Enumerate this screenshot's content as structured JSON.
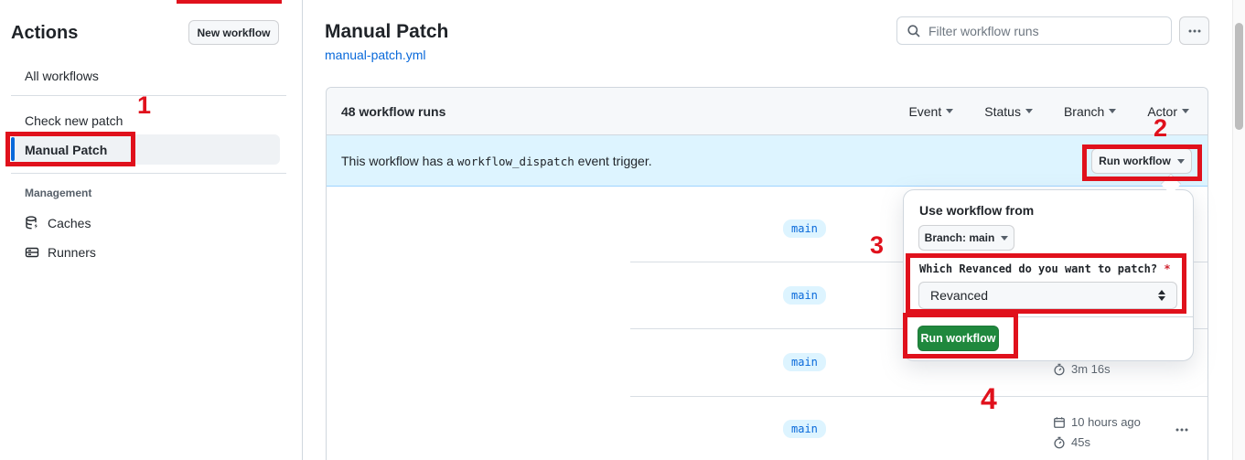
{
  "sidebar": {
    "title": "Actions",
    "new_workflow_button": "New workflow",
    "nav": [
      {
        "label": "All workflows",
        "selected": false
      },
      {
        "label": "Check new patch",
        "selected": false
      },
      {
        "label": "Manual Patch",
        "selected": true
      }
    ],
    "management_label": "Management",
    "management": [
      {
        "label": "Caches"
      },
      {
        "label": "Runners"
      }
    ]
  },
  "header": {
    "title": "Manual Patch",
    "workflow_file": "manual-patch.yml",
    "search_placeholder": "Filter workflow runs"
  },
  "runs": {
    "count_label": "48 workflow runs",
    "filters": [
      {
        "label": "Event"
      },
      {
        "label": "Status"
      },
      {
        "label": "Branch"
      },
      {
        "label": "Actor"
      }
    ],
    "banner": {
      "text_before_code": "This workflow has a",
      "code": "workflow_dispatch",
      "text_after_code": "event trigger.",
      "button_label": "Run workflow"
    },
    "rows": [
      {
        "branch": "main"
      },
      {
        "branch": "main"
      },
      {
        "branch": "main",
        "duration": "3m 16s"
      },
      {
        "branch": "main",
        "started": "10 hours ago",
        "duration": "45s"
      }
    ]
  },
  "run_dialog": {
    "title": "Use workflow from",
    "branch_selector": "Branch: main",
    "input_label": "Which Revanced do you want to patch?",
    "required_mark": "*",
    "input_value": "Revanced",
    "submit_label": "Run workflow"
  },
  "annotations": {
    "step1": "1",
    "step2": "2",
    "step3": "3",
    "step4": "4"
  },
  "colors": {
    "annotation_red": "#e0111c",
    "accent_blue": "#0969da",
    "banner_blue_bg": "#ddf4ff",
    "primary_green": "#1f883d",
    "header_gray_bg": "#f6f8fa",
    "border_gray": "#d0d7de"
  }
}
